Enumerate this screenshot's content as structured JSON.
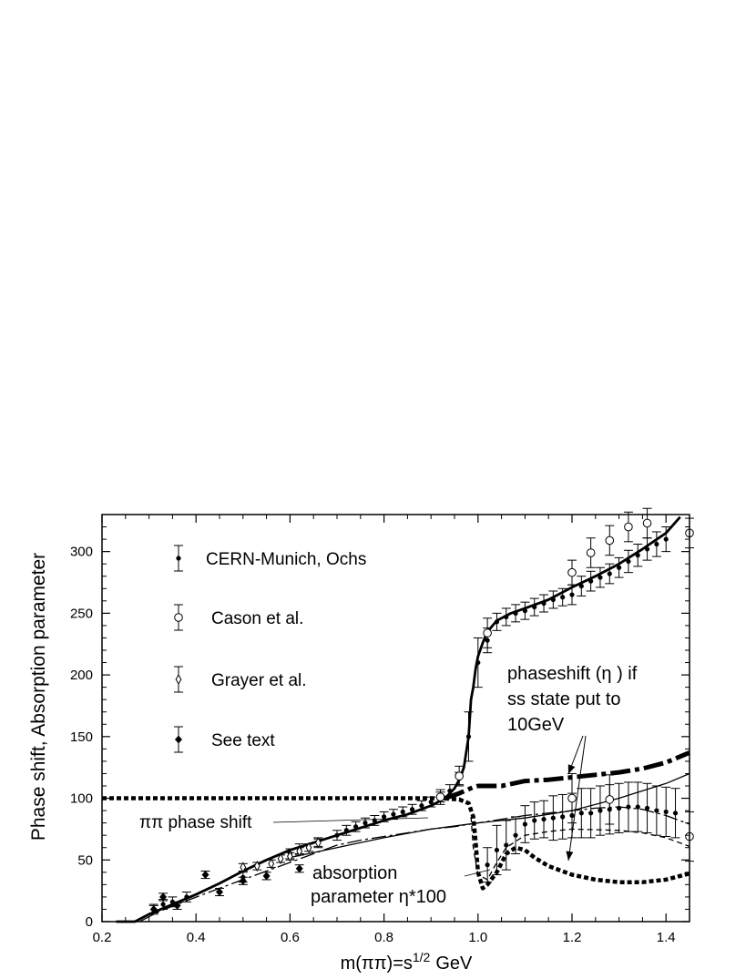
{
  "chart_data": {
    "type": "line",
    "title": "",
    "xlabel": "m(ππ)=s",
    "xlabel_sup": "1/2",
    "xlabel_unit": "GeV",
    "ylabel": "Phase shift, Absorption parameter",
    "xlim": [
      0.2,
      1.45
    ],
    "ylim": [
      0,
      330
    ],
    "x_ticks": [
      "0.2",
      "0.4",
      "0.6",
      "0.8",
      "1.0",
      "1.2",
      "1.4"
    ],
    "y_ticks": [
      "0",
      "50",
      "100",
      "150",
      "200",
      "250",
      "300"
    ],
    "grid": false,
    "legend_position": "top-left",
    "legend": [
      {
        "label": "CERN-Munich, Ochs",
        "marker": "filled-dot"
      },
      {
        "label": "Cason et al.",
        "marker": "open-circle"
      },
      {
        "label": "Grayer et al.",
        "marker": "open-diamond"
      },
      {
        "label": "See text",
        "marker": "filled-diamond"
      }
    ],
    "annotations": {
      "phase_shift": "ππ phase shift",
      "absorption_line1": "absorption",
      "absorption_line2": "parameter η*100",
      "ss_line1": "phaseshift  (η ) if",
      "ss_line2": "ss state put to",
      "ss_line3": "10GeV"
    },
    "series": [
      {
        "name": "CERN-Munich, Ochs",
        "marker": "filled-dot",
        "points": [
          [
            0.31,
            10,
            4
          ],
          [
            0.33,
            14,
            4
          ],
          [
            0.35,
            16,
            4
          ],
          [
            0.38,
            20,
            4
          ],
          [
            0.5,
            36,
            4
          ],
          [
            0.6,
            55,
            4
          ],
          [
            0.62,
            59,
            4
          ],
          [
            0.66,
            64,
            4
          ],
          [
            0.7,
            70,
            4
          ],
          [
            0.72,
            74,
            4
          ],
          [
            0.74,
            77,
            4
          ],
          [
            0.76,
            80,
            4
          ],
          [
            0.78,
            82,
            4
          ],
          [
            0.8,
            85,
            4
          ],
          [
            0.82,
            87,
            4
          ],
          [
            0.84,
            89,
            4
          ],
          [
            0.86,
            91,
            4
          ],
          [
            0.88,
            94,
            4
          ],
          [
            0.9,
            97,
            4
          ],
          [
            0.92,
            101,
            4
          ],
          [
            0.94,
            106,
            5
          ],
          [
            0.96,
            116,
            5
          ],
          [
            0.98,
            150,
            20
          ],
          [
            1.0,
            210,
            20
          ],
          [
            1.02,
            228,
            10
          ],
          [
            1.04,
            243,
            7
          ],
          [
            1.06,
            247,
            7
          ],
          [
            1.08,
            250,
            7
          ],
          [
            1.1,
            252,
            7
          ],
          [
            1.12,
            255,
            7
          ],
          [
            1.14,
            258,
            7
          ],
          [
            1.16,
            261,
            7
          ],
          [
            1.18,
            263,
            7
          ],
          [
            1.2,
            265,
            8
          ],
          [
            1.22,
            272,
            8
          ],
          [
            1.24,
            276,
            8
          ],
          [
            1.26,
            279,
            8
          ],
          [
            1.28,
            282,
            8
          ],
          [
            1.3,
            287,
            8
          ],
          [
            1.32,
            292,
            9
          ],
          [
            1.34,
            297,
            9
          ],
          [
            1.36,
            302,
            9
          ],
          [
            1.38,
            306,
            10
          ],
          [
            1.4,
            310,
            10
          ],
          [
            1.02,
            46,
            14
          ],
          [
            1.04,
            58,
            20
          ],
          [
            1.06,
            62,
            20
          ],
          [
            1.08,
            70,
            15
          ],
          [
            1.1,
            79,
            15
          ],
          [
            1.12,
            82,
            15
          ],
          [
            1.14,
            83,
            15
          ],
          [
            1.16,
            84,
            18
          ],
          [
            1.18,
            85,
            18
          ],
          [
            1.2,
            86,
            18
          ],
          [
            1.22,
            88,
            20
          ],
          [
            1.24,
            88,
            20
          ],
          [
            1.26,
            90,
            20
          ],
          [
            1.28,
            91,
            20
          ],
          [
            1.3,
            92,
            20
          ],
          [
            1.32,
            93,
            20
          ],
          [
            1.34,
            93,
            20
          ],
          [
            1.36,
            92,
            20
          ],
          [
            1.38,
            90,
            20
          ],
          [
            1.4,
            89,
            20
          ],
          [
            1.42,
            88,
            20
          ]
        ]
      },
      {
        "name": "Cason et al.",
        "marker": "open-circle",
        "points": [
          [
            0.92,
            101,
            6
          ],
          [
            0.96,
            118,
            8
          ],
          [
            1.02,
            234,
            12
          ],
          [
            1.2,
            283,
            10
          ],
          [
            1.24,
            299,
            12
          ],
          [
            1.28,
            309,
            12
          ],
          [
            1.32,
            320,
            12
          ],
          [
            1.36,
            323,
            12
          ],
          [
            1.45,
            315,
            12
          ],
          [
            1.2,
            100,
            20
          ],
          [
            1.28,
            99,
            20
          ],
          [
            1.45,
            69,
            20
          ]
        ]
      },
      {
        "name": "Grayer et al.",
        "marker": "open-diamond",
        "points": [
          [
            0.5,
            44,
            3
          ],
          [
            0.53,
            45,
            3
          ],
          [
            0.56,
            47,
            3
          ],
          [
            0.58,
            51,
            3
          ],
          [
            0.6,
            53,
            3
          ],
          [
            0.62,
            57,
            3
          ],
          [
            0.64,
            60,
            3
          ],
          [
            0.66,
            64,
            3
          ]
        ]
      },
      {
        "name": "See text",
        "marker": "filled-diamond",
        "points": [
          [
            0.31,
            10,
            3
          ],
          [
            0.33,
            20,
            3
          ],
          [
            0.36,
            13,
            3
          ],
          [
            0.42,
            38,
            3
          ],
          [
            0.45,
            24,
            3
          ],
          [
            0.5,
            33,
            3
          ],
          [
            0.55,
            37,
            3
          ],
          [
            0.62,
            43,
            3
          ]
        ]
      }
    ],
    "curves": [
      {
        "id": "phase-shift-curve",
        "style": "solid",
        "width": 2.8,
        "points": [
          [
            0.23,
            0
          ],
          [
            0.27,
            0
          ],
          [
            0.3,
            6
          ],
          [
            0.35,
            14
          ],
          [
            0.4,
            22
          ],
          [
            0.45,
            31
          ],
          [
            0.5,
            41
          ],
          [
            0.55,
            50
          ],
          [
            0.6,
            58
          ],
          [
            0.65,
            64
          ],
          [
            0.7,
            70
          ],
          [
            0.75,
            76
          ],
          [
            0.8,
            82
          ],
          [
            0.85,
            87
          ],
          [
            0.9,
            94
          ],
          [
            0.93,
            100
          ],
          [
            0.95,
            108
          ],
          [
            0.96,
            115
          ],
          [
            0.97,
            125
          ],
          [
            0.98,
            150
          ],
          [
            0.985,
            180
          ],
          [
            0.99,
            190
          ],
          [
            0.995,
            205
          ],
          [
            1.0,
            215
          ],
          [
            1.01,
            226
          ],
          [
            1.02,
            235
          ],
          [
            1.04,
            244
          ],
          [
            1.07,
            250
          ],
          [
            1.1,
            254
          ],
          [
            1.15,
            261
          ],
          [
            1.2,
            271
          ],
          [
            1.25,
            280
          ],
          [
            1.3,
            290
          ],
          [
            1.35,
            302
          ],
          [
            1.4,
            315
          ],
          [
            1.43,
            328
          ]
        ]
      },
      {
        "id": "absorption-curve",
        "style": "heavy-dotted",
        "width": 4.5,
        "points": [
          [
            0.2,
            100
          ],
          [
            0.6,
            100
          ],
          [
            0.8,
            100
          ],
          [
            0.92,
            100
          ],
          [
            0.96,
            99
          ],
          [
            0.98,
            96
          ],
          [
            0.99,
            85
          ],
          [
            0.995,
            65
          ],
          [
            1.0,
            40
          ],
          [
            1.01,
            27
          ],
          [
            1.02,
            30
          ],
          [
            1.04,
            40
          ],
          [
            1.06,
            55
          ],
          [
            1.08,
            60
          ],
          [
            1.1,
            58
          ],
          [
            1.12,
            52
          ],
          [
            1.15,
            45
          ],
          [
            1.2,
            38
          ],
          [
            1.25,
            34
          ],
          [
            1.3,
            32
          ],
          [
            1.35,
            32
          ],
          [
            1.4,
            34
          ],
          [
            1.45,
            39
          ]
        ]
      },
      {
        "id": "ss-phase-curve",
        "style": "heavy-dash-dot",
        "width": 5,
        "points": [
          [
            0.93,
            100
          ],
          [
            0.96,
            104
          ],
          [
            0.99,
            109
          ],
          [
            1.0,
            110
          ],
          [
            1.05,
            110
          ],
          [
            1.1,
            114
          ],
          [
            1.15,
            115
          ],
          [
            1.2,
            117
          ],
          [
            1.25,
            119
          ],
          [
            1.3,
            121
          ],
          [
            1.35,
            124
          ],
          [
            1.4,
            129
          ],
          [
            1.45,
            137
          ]
        ]
      },
      {
        "id": "dash-dot-phase-curve",
        "style": "dash-dot",
        "width": 1.3,
        "points": [
          [
            0.23,
            0
          ],
          [
            0.28,
            0
          ],
          [
            0.32,
            8
          ],
          [
            0.38,
            17
          ],
          [
            0.45,
            27
          ],
          [
            0.5,
            34
          ],
          [
            0.55,
            41
          ],
          [
            0.6,
            48
          ],
          [
            0.65,
            55
          ],
          [
            0.7,
            62
          ],
          [
            0.75,
            66
          ],
          [
            0.8,
            69
          ],
          [
            0.85,
            72
          ],
          [
            0.9,
            75
          ],
          [
            0.95,
            77
          ],
          [
            1.0,
            80
          ],
          [
            1.05,
            83
          ],
          [
            1.1,
            86
          ],
          [
            1.15,
            88
          ],
          [
            1.2,
            90
          ],
          [
            1.25,
            92
          ],
          [
            1.3,
            93
          ],
          [
            1.35,
            91
          ],
          [
            1.4,
            86
          ],
          [
            1.45,
            79
          ]
        ]
      },
      {
        "id": "thin-phase-curve",
        "style": "solid",
        "width": 1.3,
        "points": [
          [
            0.6,
            52
          ],
          [
            0.7,
            60
          ],
          [
            0.8,
            68
          ],
          [
            0.9,
            75
          ],
          [
            1.0,
            80
          ],
          [
            1.05,
            82
          ],
          [
            1.1,
            84
          ],
          [
            1.2,
            90
          ],
          [
            1.3,
            100
          ],
          [
            1.4,
            112
          ],
          [
            1.45,
            120
          ]
        ]
      },
      {
        "id": "thin-dashed-curve",
        "style": "dashed",
        "width": 1.3,
        "points": [
          [
            0.985,
            85
          ],
          [
            0.99,
            60
          ],
          [
            1.0,
            38
          ],
          [
            1.02,
            34
          ],
          [
            1.04,
            48
          ],
          [
            1.06,
            60
          ],
          [
            1.1,
            70
          ],
          [
            1.15,
            73
          ],
          [
            1.2,
            75
          ],
          [
            1.3,
            74
          ],
          [
            1.35,
            72
          ],
          [
            1.4,
            68
          ],
          [
            1.45,
            61
          ]
        ]
      }
    ]
  }
}
